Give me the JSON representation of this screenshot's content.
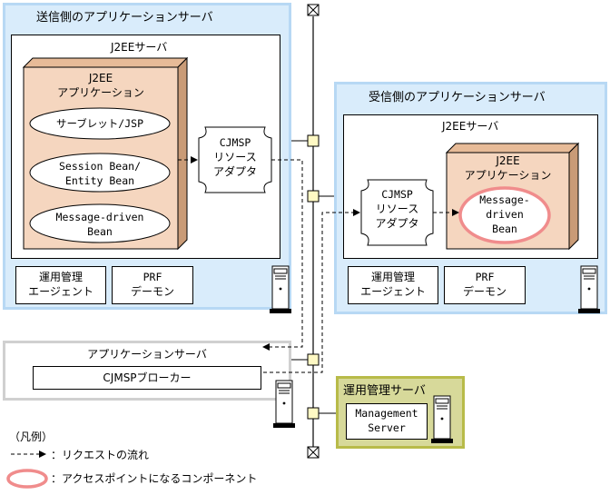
{
  "sender_panel": {
    "title": "送信側のアプリケーションサーバ",
    "j2ee_server": "J2EEサーバ",
    "j2ee_app_line1": "J2EE",
    "j2ee_app_line2": "アプリケーション",
    "servlet": "サーブレット/JSP",
    "session_bean_line1": "Session Bean/",
    "session_bean_line2": "Entity Bean",
    "mdb_line1": "Message-driven",
    "mdb_line2": "Bean",
    "adapter_line1": "CJMSP",
    "adapter_line2": "リソース",
    "adapter_line3": "アダプタ",
    "agent_line1": "運用管理",
    "agent_line2": "エージェント",
    "prf_line1": "PRF",
    "prf_line2": "デーモン"
  },
  "receiver_panel": {
    "title": "受信側のアプリケーションサーバ",
    "j2ee_server": "J2EEサーバ",
    "adapter_line1": "CJMSP",
    "adapter_line2": "リソース",
    "adapter_line3": "アダプタ",
    "j2ee_app_line1": "J2EE",
    "j2ee_app_line2": "アプリケーション",
    "mdb_line1": "Message-",
    "mdb_line2": "driven",
    "mdb_line3": "Bean",
    "agent_line1": "運用管理",
    "agent_line2": "エージェント",
    "prf_line1": "PRF",
    "prf_line2": "デーモン"
  },
  "broker_panel": {
    "title": "アプリケーションサーバ",
    "broker": "CJMSPブローカー"
  },
  "mgmt_panel": {
    "title": "運用管理サーバ",
    "server_line1": "Management",
    "server_line2": "Server"
  },
  "legend": {
    "title": "（凡例）",
    "request_flow": "：リクエストの流れ",
    "access_point": "：アクセスポイントになるコンポーネント"
  },
  "colors": {
    "panel_blue": "#d9ecfb",
    "panel_yellow": "#d7d99a",
    "app_box": "#f5d6bf",
    "access_point_ring": "#f08c8c"
  }
}
